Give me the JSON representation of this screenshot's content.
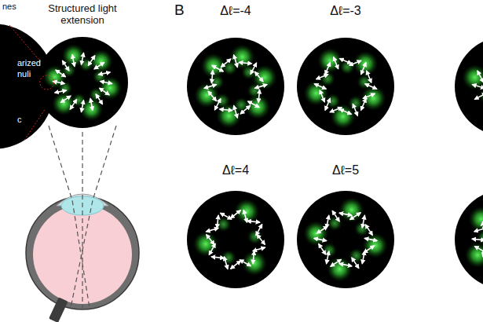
{
  "diagram": {
    "nodes": [
      {
        "text": [
          "Structured light extension"
        ]
      },
      {
        "text": [
          "Δℓ=-4"
        ]
      },
      {
        "text": [
          "Δℓ=-3"
        ]
      },
      {
        "text": [
          "Δℓ=4"
        ]
      },
      {
        "text": [
          "Δℓ=5"
        ]
      }
    ],
    "labels": [
      "nes",
      "arized",
      "nuli",
      "c",
      "B"
    ]
  }
}
